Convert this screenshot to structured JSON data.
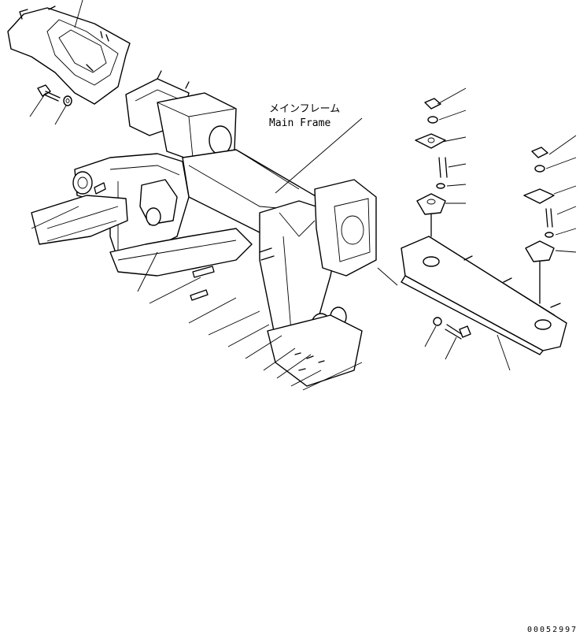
{
  "diagram": {
    "label_jp": "メインフレーム",
    "label_en": "Main Frame",
    "drawing_number": "00052997"
  },
  "palette": {
    "ink": "#000000",
    "paper": "#ffffff"
  }
}
